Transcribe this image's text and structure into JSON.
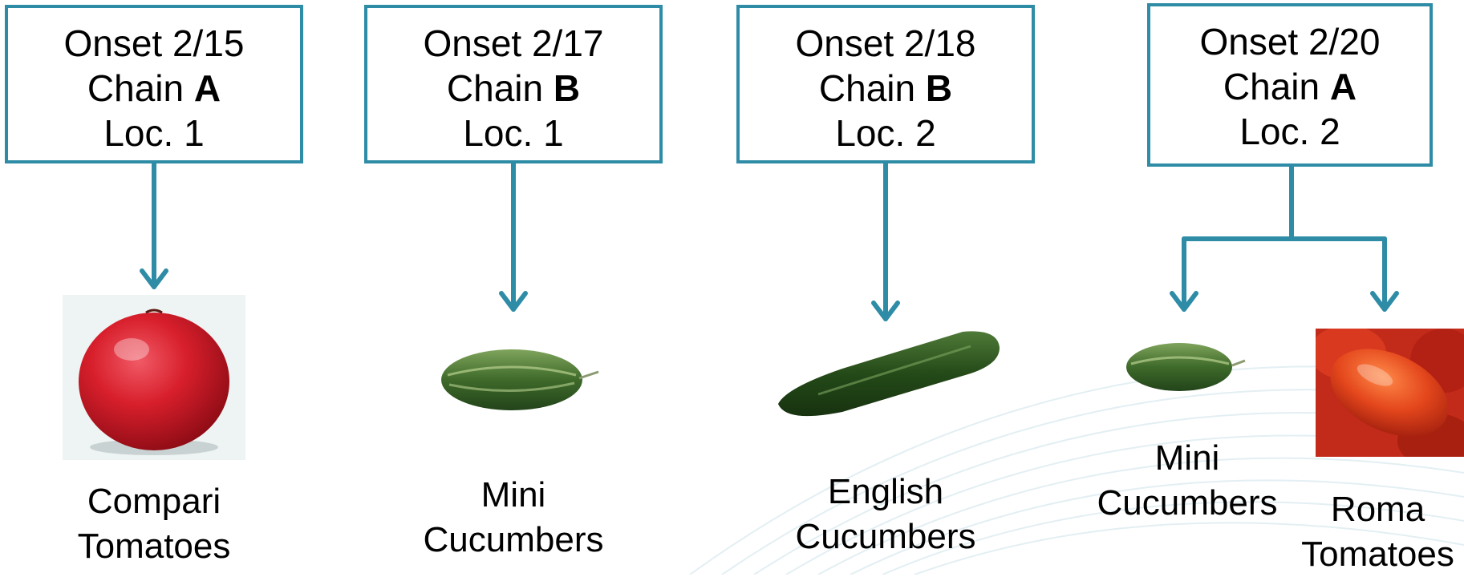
{
  "colors": {
    "accent": "#2e8ca6",
    "background": "#ffffff"
  },
  "boxes": [
    {
      "onset": "Onset 2/15",
      "chain_prefix": "Chain",
      "chain": "A",
      "loc": "Loc. 1"
    },
    {
      "onset": "Onset 2/17",
      "chain_prefix": "Chain",
      "chain": "B",
      "loc": "Loc. 1"
    },
    {
      "onset": "Onset 2/18",
      "chain_prefix": "Chain",
      "chain": "B",
      "loc": "Loc. 2"
    },
    {
      "onset": "Onset 2/20",
      "chain_prefix": "Chain",
      "chain": "A",
      "loc": "Loc. 2"
    }
  ],
  "products": [
    {
      "line1": "Compari",
      "line2": "Tomatoes",
      "image": "red-tomato"
    },
    {
      "line1": "Mini",
      "line2": "Cucumbers",
      "image": "mini-cucumber"
    },
    {
      "line1": "English",
      "line2": "Cucumbers",
      "image": "english-cucumber"
    },
    {
      "line1": "Mini",
      "line2": "Cucumbers",
      "image": "mini-cucumber"
    },
    {
      "line1": "Roma",
      "line2": "Tomatoes",
      "image": "roma-tomatoes"
    }
  ]
}
